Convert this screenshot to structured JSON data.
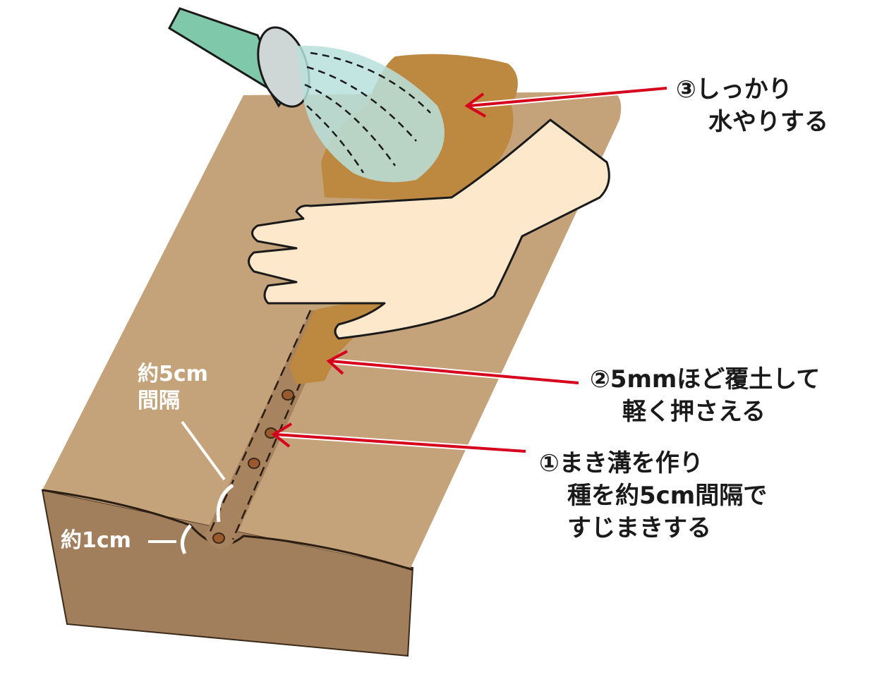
{
  "steps": {
    "step3": {
      "line1": "③しっかり",
      "line2": "水やりする"
    },
    "step2": {
      "line1": "②5mmほど覆土して",
      "line2": "軽く押さえる"
    },
    "step1": {
      "line1": "①まき溝を作り",
      "line2": "種を約5cm間隔で",
      "line3": "すじまきする"
    }
  },
  "dimensions": {
    "spacing": {
      "line1": "約5cm",
      "line2": "間隔"
    },
    "depth": "約1cm"
  },
  "colors": {
    "soil_top": "#c4a27a",
    "soil_side": "#a27f5c",
    "covered_soil": "#bd8840",
    "hand": "#fde8cc",
    "watering_can": "#7fc8a9",
    "water": "#b9e0dc",
    "arrow": "#d6001c"
  }
}
